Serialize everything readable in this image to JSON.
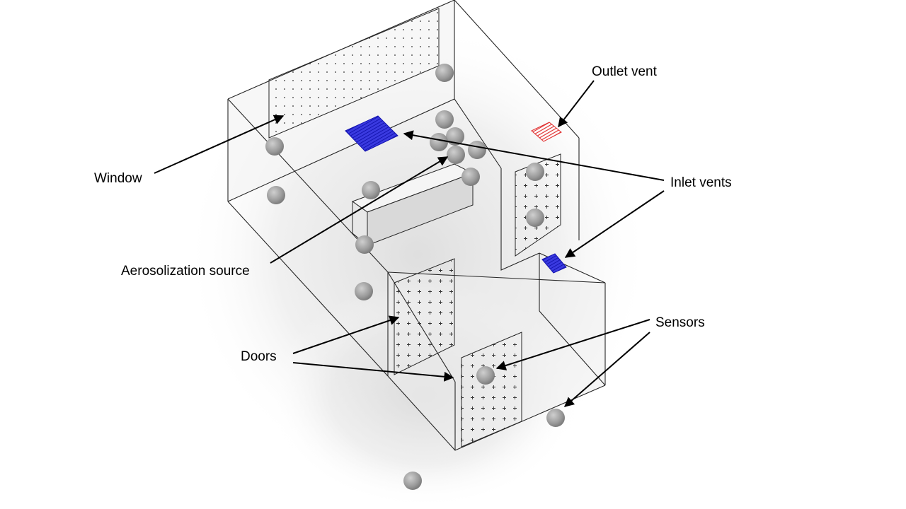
{
  "labels": {
    "outlet_vent": "Outlet vent",
    "window": "Window",
    "inlet_vents": "Inlet vents",
    "aerosolization_source": "Aerosolization source",
    "sensors": "Sensors",
    "doors": "Doors"
  },
  "colors": {
    "inlet_vent": "#1f1fd6",
    "outlet_vent": "#e03030",
    "room_edge": "#262626",
    "sensor": "#9a9a9a"
  },
  "elements": {
    "sensor_count": 17
  }
}
